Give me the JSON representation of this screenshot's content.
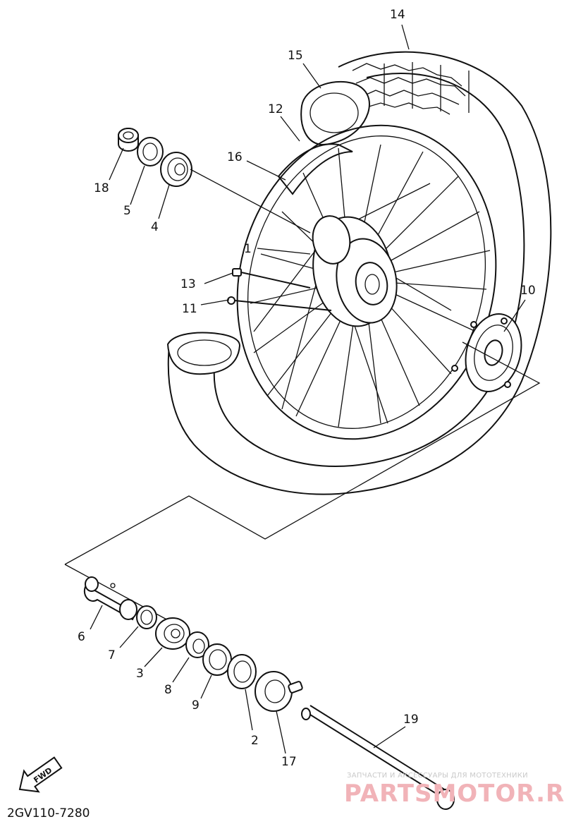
{
  "callouts": [
    {
      "id": "1",
      "text": "1"
    },
    {
      "id": "2",
      "text": "2"
    },
    {
      "id": "3",
      "text": "3"
    },
    {
      "id": "4",
      "text": "4"
    },
    {
      "id": "5",
      "text": "5"
    },
    {
      "id": "6",
      "text": "6"
    },
    {
      "id": "7",
      "text": "7"
    },
    {
      "id": "8",
      "text": "8"
    },
    {
      "id": "9",
      "text": "9"
    },
    {
      "id": "10",
      "text": "10"
    },
    {
      "id": "11",
      "text": "11"
    },
    {
      "id": "12",
      "text": "12"
    },
    {
      "id": "13",
      "text": "13"
    },
    {
      "id": "14",
      "text": "14"
    },
    {
      "id": "15",
      "text": "15"
    },
    {
      "id": "16",
      "text": "16"
    },
    {
      "id": "17",
      "text": "17"
    },
    {
      "id": "18",
      "text": "18"
    },
    {
      "id": "19",
      "text": "19"
    }
  ],
  "direction_badge": "FWD",
  "diagram_code": "2GV110-7280",
  "watermark": {
    "tagline": "ЗАПЧАСТИ И АКСЕССУАРЫ ДЛЯ МОТОТЕХНИКИ",
    "brand": "PARTSMOTOR.RU"
  }
}
